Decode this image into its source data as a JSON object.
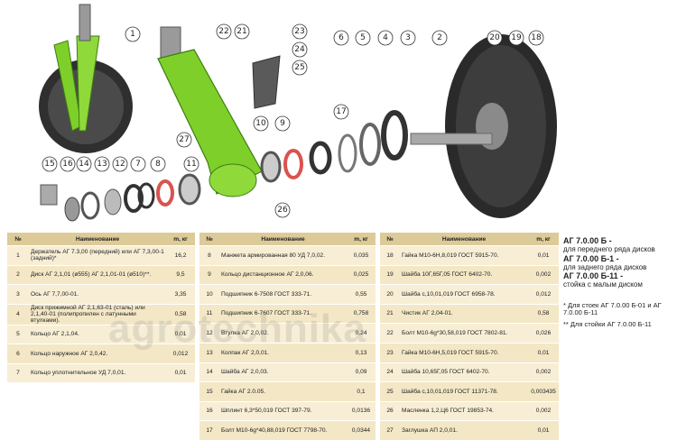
{
  "callouts": [
    "1",
    "2",
    "3",
    "4",
    "5",
    "6",
    "7",
    "8",
    "9",
    "10",
    "11",
    "12",
    "13",
    "14",
    "15",
    "16",
    "17",
    "18",
    "19",
    "20",
    "21",
    "22",
    "23",
    "24",
    "25",
    "26",
    "27"
  ],
  "headers": {
    "num": "№",
    "name": "Наименование",
    "mass": "m, кг"
  },
  "table1": [
    {
      "n": "1",
      "name": "Держатель АГ 7.3,00 (передний) или АГ 7,3,00-1 (задний)*",
      "m": "16,2"
    },
    {
      "n": "2",
      "name": "Диск АГ 2,1,01 (ø555) АГ 2,1,01-01 (ø510)**.",
      "m": "9,5"
    },
    {
      "n": "3",
      "name": "Ось АГ 7,7,00-01.",
      "m": "3,35"
    },
    {
      "n": "4",
      "name": "Диск прижимной АГ 2,1,63-01 (сталь) или 2,1,40-01 (полипропилен с латунными втулками).",
      "m": "0,58"
    },
    {
      "n": "5",
      "name": "Кольцо АГ 2,1,04.",
      "m": "0,01"
    },
    {
      "n": "6",
      "name": "Кольцо наружное АГ 2,0,42.",
      "m": "0,012"
    },
    {
      "n": "7",
      "name": "Кольцо уплотнительное УД 7,0,01.",
      "m": "0,01"
    }
  ],
  "table2": [
    {
      "n": "8",
      "name": "Манжета армированная 80 УД 7,0,02.",
      "m": "0,035"
    },
    {
      "n": "9",
      "name": "Кольцо дистанционное АГ 2,0,06.",
      "m": "0,025"
    },
    {
      "n": "10",
      "name": "Подшипник 6-7508 ГОСТ 333-71.",
      "m": "0,55"
    },
    {
      "n": "11",
      "name": "Подшипник 6-7607 ГОСТ 333-71.",
      "m": "0,758"
    },
    {
      "n": "12",
      "name": "Втулка АГ 2,0,02.",
      "m": "0,24"
    },
    {
      "n": "13",
      "name": "Колпак АГ 2,0,01.",
      "m": "0,13"
    },
    {
      "n": "14",
      "name": "Шайба АГ 2,0,03.",
      "m": "0,09"
    },
    {
      "n": "15",
      "name": "Гайка АГ 2.0.05.",
      "m": "0,1"
    },
    {
      "n": "16",
      "name": "Шплинт 6,3*50,019 ГОСТ 397-79.",
      "m": "0,0136"
    },
    {
      "n": "17",
      "name": "Болт М10-6g*40,88,019 ГОСТ 7798-70.",
      "m": "0,0344"
    }
  ],
  "table3": [
    {
      "n": "18",
      "name": "Гайка М10-6Н,8,019 ГОСТ 5915-70.",
      "m": "0,01"
    },
    {
      "n": "19",
      "name": "Шайба 10Г,65Г,05 ГОСТ 6402-70.",
      "m": "0,002"
    },
    {
      "n": "20",
      "name": "Шайба с,10,01,019 ГОСТ 6958-78.",
      "m": "0,012"
    },
    {
      "n": "21",
      "name": "Чистик АГ 2,04-01.",
      "m": "0,58"
    },
    {
      "n": "22",
      "name": "Болт М10-6g*30,58,019 ГОСТ 7802-81.",
      "m": "0,026"
    },
    {
      "n": "23",
      "name": "Гайка М10-6Н,5,019 ГОСТ 5915-70.",
      "m": "0,01"
    },
    {
      "n": "24",
      "name": "Шайба 10,65Г,05 ГОСТ 6402-70.",
      "m": "0,002"
    },
    {
      "n": "25",
      "name": "Шайба с,10,01,019 ГОСТ 11371-78.",
      "m": "0,003435"
    },
    {
      "n": "26",
      "name": "Масленка 1,2,Ц6 ГОСТ 19853-74.",
      "m": "0,002"
    },
    {
      "n": "27",
      "name": "Заглушка АП 2,0,01.",
      "m": "0,01"
    }
  ],
  "notes": {
    "v1_title": "АГ 7.0.00 Б -",
    "v1_text": "для переднего ряда дисков",
    "v2_title": "АГ 7.0.00 Б-1 -",
    "v2_text": "для заднего ряда дисков",
    "v3_title": "АГ 7.0.00 Б-11 -",
    "v3_text": "стойка с малым диском",
    "fn1": "* Для стоек АГ 7.0.00 Б-01 и АГ 7.0.00 Б-11",
    "fn2": "** Для стойки АГ 7.0.00 Б-11"
  },
  "watermark": "agrotechnika",
  "colors": {
    "frame": "#7fcf2b",
    "disc": "#2b2b2b",
    "header": "#dccb98",
    "row": "#f3e7c6",
    "seal": "#d9534f"
  }
}
